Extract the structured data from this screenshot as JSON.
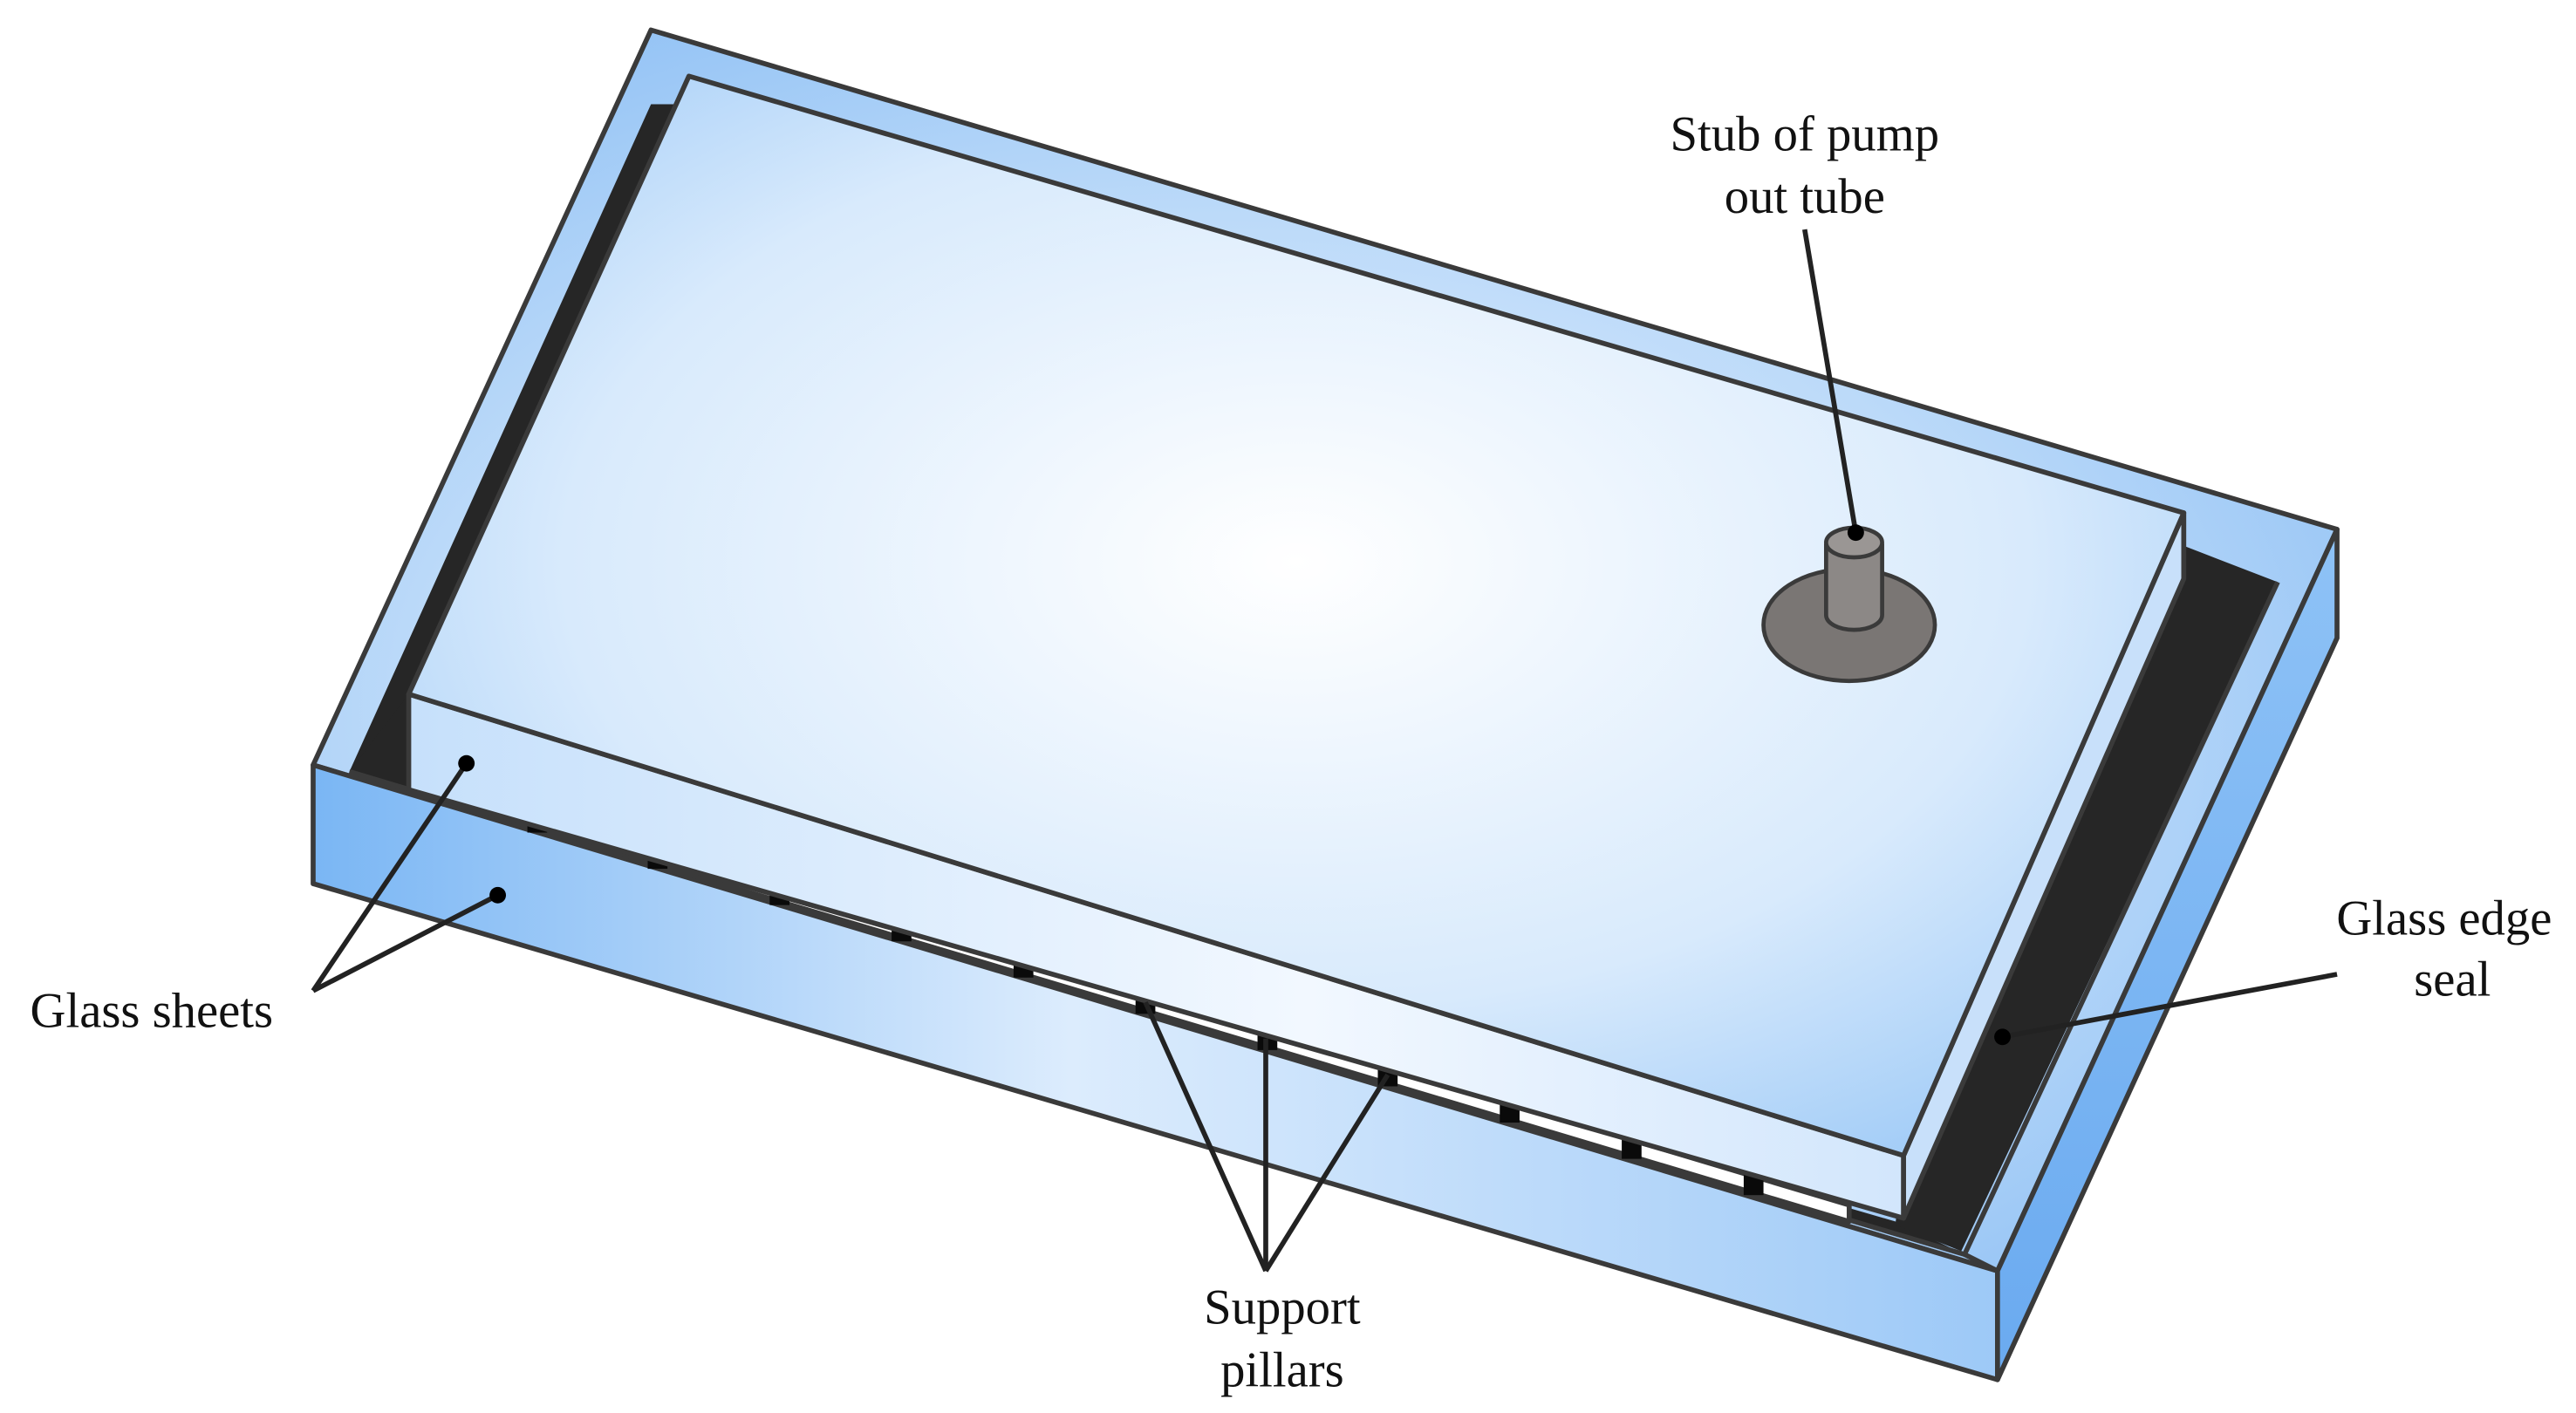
{
  "labels": {
    "pump_tube_line1": "Stub of pump",
    "pump_tube_line2": "out tube",
    "glass_sheets": "Glass sheets",
    "edge_seal_line1": "Glass edge",
    "edge_seal_line2": "seal",
    "pillars_line1": "Support",
    "pillars_line2": "pillars"
  },
  "colors": {
    "glass_light": "#ffffff",
    "glass_mid": "#cfe4fb",
    "glass_dark": "#7ab6f4",
    "seal": "#262626",
    "pillar": "#0a0a0a",
    "pump_tube": "#7a7674"
  }
}
